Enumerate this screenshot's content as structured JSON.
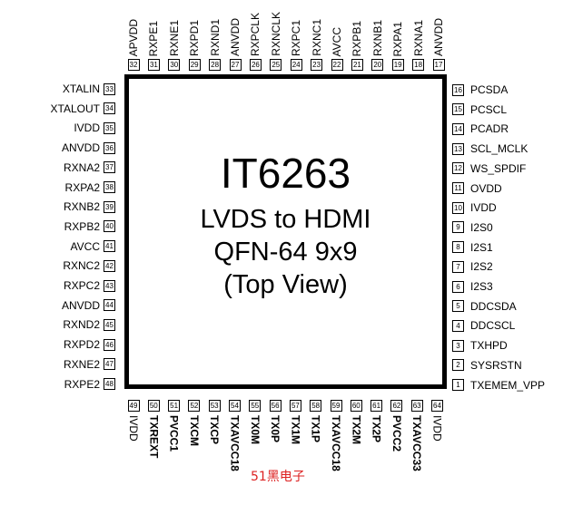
{
  "chip": {
    "part_number": "IT6263",
    "line1": "LVDS to HDMI",
    "line2": "QFN-64 9x9",
    "line3": "(Top View)"
  },
  "watermark": "51黑电子",
  "pins": {
    "top": [
      {
        "num": "32",
        "name": "APVDD"
      },
      {
        "num": "31",
        "name": "RXPE1"
      },
      {
        "num": "30",
        "name": "RXNE1"
      },
      {
        "num": "29",
        "name": "RXPD1"
      },
      {
        "num": "28",
        "name": "RXND1"
      },
      {
        "num": "27",
        "name": "ANVDD"
      },
      {
        "num": "26",
        "name": "RXPCLK"
      },
      {
        "num": "25",
        "name": "RXNCLK"
      },
      {
        "num": "24",
        "name": "RXPC1"
      },
      {
        "num": "23",
        "name": "RXNC1"
      },
      {
        "num": "22",
        "name": "AVCC"
      },
      {
        "num": "21",
        "name": "RXPB1"
      },
      {
        "num": "20",
        "name": "RXNB1"
      },
      {
        "num": "19",
        "name": "RXPA1"
      },
      {
        "num": "18",
        "name": "RXNA1"
      },
      {
        "num": "17",
        "name": "ANVDD"
      }
    ],
    "left": [
      {
        "num": "33",
        "name": "XTALIN"
      },
      {
        "num": "34",
        "name": "XTALOUT"
      },
      {
        "num": "35",
        "name": "IVDD"
      },
      {
        "num": "36",
        "name": "ANVDD"
      },
      {
        "num": "37",
        "name": "RXNA2"
      },
      {
        "num": "38",
        "name": "RXPA2"
      },
      {
        "num": "39",
        "name": "RXNB2"
      },
      {
        "num": "40",
        "name": "RXPB2"
      },
      {
        "num": "41",
        "name": "AVCC"
      },
      {
        "num": "42",
        "name": "RXNC2"
      },
      {
        "num": "43",
        "name": "RXPC2"
      },
      {
        "num": "44",
        "name": "ANVDD"
      },
      {
        "num": "45",
        "name": "RXND2"
      },
      {
        "num": "46",
        "name": "RXPD2"
      },
      {
        "num": "47",
        "name": "RXNE2"
      },
      {
        "num": "48",
        "name": "RXPE2"
      }
    ],
    "right": [
      {
        "num": "16",
        "name": "PCSDA"
      },
      {
        "num": "15",
        "name": "PCSCL"
      },
      {
        "num": "14",
        "name": "PCADR"
      },
      {
        "num": "13",
        "name": "SCL_MCLK"
      },
      {
        "num": "12",
        "name": "WS_SPDIF"
      },
      {
        "num": "11",
        "name": "OVDD"
      },
      {
        "num": "10",
        "name": "IVDD"
      },
      {
        "num": "9",
        "name": "I2S0"
      },
      {
        "num": "8",
        "name": "I2S1"
      },
      {
        "num": "7",
        "name": "I2S2"
      },
      {
        "num": "6",
        "name": "I2S3"
      },
      {
        "num": "5",
        "name": "DDCSDA"
      },
      {
        "num": "4",
        "name": "DDCSCL"
      },
      {
        "num": "3",
        "name": "TXHPD"
      },
      {
        "num": "2",
        "name": "SYSRSTN"
      },
      {
        "num": "1",
        "name": "TXEMEM_VPP"
      }
    ],
    "bottom": [
      {
        "num": "49",
        "name": "IVDD",
        "bold": false
      },
      {
        "num": "50",
        "name": "TXREXT",
        "bold": true
      },
      {
        "num": "51",
        "name": "PVCC1",
        "bold": true
      },
      {
        "num": "52",
        "name": "TXCM",
        "bold": true
      },
      {
        "num": "53",
        "name": "TXCP",
        "bold": true
      },
      {
        "num": "54",
        "name": "TXAVCC18",
        "bold": true
      },
      {
        "num": "55",
        "name": "TX0M",
        "bold": true
      },
      {
        "num": "56",
        "name": "TX0P",
        "bold": true
      },
      {
        "num": "57",
        "name": "TX1M",
        "bold": true
      },
      {
        "num": "58",
        "name": "TX1P",
        "bold": true
      },
      {
        "num": "59",
        "name": "TXAVCC18",
        "bold": true
      },
      {
        "num": "60",
        "name": "TX2M",
        "bold": true
      },
      {
        "num": "61",
        "name": "TX2P",
        "bold": true
      },
      {
        "num": "62",
        "name": "PVCC2",
        "bold": true
      },
      {
        "num": "63",
        "name": "TXAVCC33",
        "bold": true
      },
      {
        "num": "64",
        "name": "IVDD",
        "bold": false
      }
    ]
  }
}
